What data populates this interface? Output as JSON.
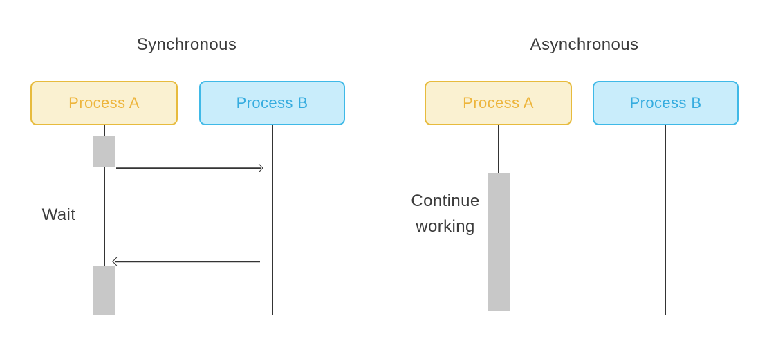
{
  "diagrams": {
    "left": {
      "title": "Synchronous",
      "process_a": "Process A",
      "process_b": "Process B",
      "wait_label": "Wait"
    },
    "right": {
      "title": "Asynchronous",
      "process_a": "Process A",
      "process_b": "Process B",
      "continue_label": "Continue working"
    }
  },
  "colors": {
    "process_a_fill": "#FAF1D1",
    "process_a_border": "#E7BB3D",
    "process_a_text": "#EDB53C",
    "process_b_fill": "#C9EDFB",
    "process_b_border": "#3FB9E7",
    "process_b_text": "#35ACDF",
    "activation_bar": "#C8C8C8",
    "line": "#343434",
    "title_text": "#3B3B3B"
  }
}
